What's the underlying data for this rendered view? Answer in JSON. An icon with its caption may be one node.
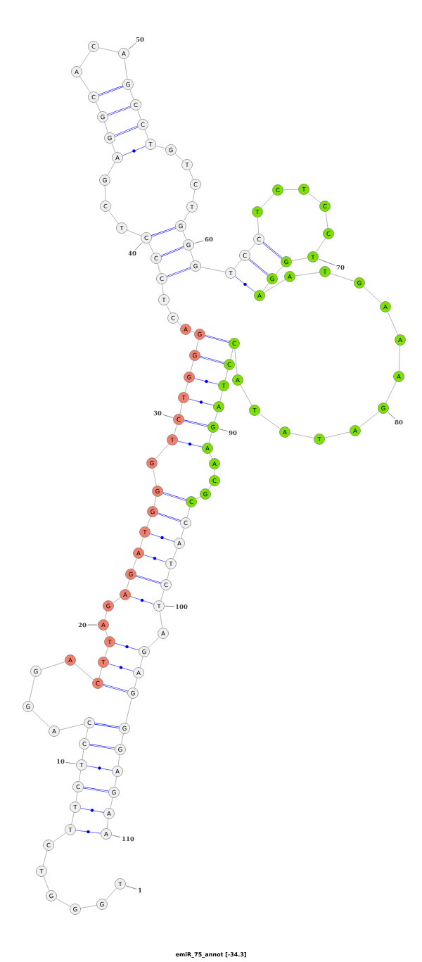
{
  "diagram": {
    "caption": "emiR_75_annot [-34.3]",
    "nodes": [
      {
        "text": [
          "T"
        ]
      },
      {
        "text": [
          "G"
        ]
      },
      {
        "text": [
          "G"
        ]
      },
      {
        "text": [
          "G"
        ]
      },
      {
        "text": [
          "T"
        ]
      },
      {
        "text": [
          "C"
        ]
      },
      {
        "text": [
          "T"
        ]
      },
      {
        "text": [
          "T"
        ]
      },
      {
        "text": [
          "C"
        ]
      },
      {
        "text": [
          "T"
        ]
      },
      {
        "text": [
          "C"
        ]
      },
      {
        "text": [
          "C"
        ]
      },
      {
        "text": [
          "A"
        ]
      },
      {
        "text": [
          "G"
        ]
      },
      {
        "text": [
          "G"
        ]
      },
      {
        "text": [
          "A"
        ]
      },
      {
        "text": [
          "C"
        ]
      },
      {
        "text": [
          "T"
        ]
      },
      {
        "text": [
          "T"
        ]
      },
      {
        "text": [
          "A"
        ]
      },
      {
        "text": [
          "G"
        ]
      },
      {
        "text": [
          "A"
        ]
      },
      {
        "text": [
          "G"
        ]
      },
      {
        "text": [
          "A"
        ]
      },
      {
        "text": [
          "T"
        ]
      },
      {
        "text": [
          "G"
        ]
      },
      {
        "text": [
          "G"
        ]
      },
      {
        "text": [
          "G"
        ]
      },
      {
        "text": [
          "T"
        ]
      },
      {
        "text": [
          "C"
        ]
      },
      {
        "text": [
          "T"
        ]
      },
      {
        "text": [
          "G"
        ]
      },
      {
        "text": [
          "G"
        ]
      },
      {
        "text": [
          "G"
        ]
      },
      {
        "text": [
          "A"
        ]
      },
      {
        "text": [
          "C"
        ]
      },
      {
        "text": [
          "T"
        ]
      },
      {
        "text": [
          "C"
        ]
      },
      {
        "text": [
          "C"
        ]
      },
      {
        "text": [
          "C"
        ]
      },
      {
        "text": [
          "T"
        ]
      },
      {
        "text": [
          "C"
        ]
      },
      {
        "text": [
          "G"
        ]
      },
      {
        "text": [
          "A"
        ]
      },
      {
        "text": [
          "G"
        ]
      },
      {
        "text": [
          "G"
        ]
      },
      {
        "text": [
          "C"
        ]
      },
      {
        "text": [
          "A"
        ]
      },
      {
        "text": [
          "C"
        ]
      },
      {
        "text": [
          "A"
        ]
      },
      {
        "text": [
          "G"
        ]
      },
      {
        "text": [
          "C"
        ]
      },
      {
        "text": [
          "C"
        ]
      },
      {
        "text": [
          "T"
        ]
      },
      {
        "text": [
          "G"
        ]
      },
      {
        "text": [
          "T"
        ]
      },
      {
        "text": [
          "C"
        ]
      },
      {
        "text": [
          "T"
        ]
      },
      {
        "text": [
          "G"
        ]
      },
      {
        "text": [
          "G"
        ]
      },
      {
        "text": [
          "G"
        ]
      },
      {
        "text": [
          "T"
        ]
      },
      {
        "text": [
          "C"
        ]
      },
      {
        "text": [
          "C"
        ]
      },
      {
        "text": [
          "T"
        ]
      },
      {
        "text": [
          "C"
        ]
      },
      {
        "text": [
          "T"
        ]
      },
      {
        "text": [
          "C"
        ]
      },
      {
        "text": [
          "C"
        ]
      },
      {
        "text": [
          "T"
        ]
      },
      {
        "text": [
          "G"
        ]
      },
      {
        "text": [
          "G"
        ]
      },
      {
        "text": [
          "A"
        ]
      },
      {
        "text": [
          "A"
        ]
      },
      {
        "text": [
          "T"
        ]
      },
      {
        "text": [
          "G"
        ]
      },
      {
        "text": [
          "A"
        ]
      },
      {
        "text": [
          "A"
        ]
      },
      {
        "text": [
          "A"
        ]
      },
      {
        "text": [
          "G"
        ]
      },
      {
        "text": [
          "A"
        ]
      },
      {
        "text": [
          "T"
        ]
      },
      {
        "text": [
          "A"
        ]
      },
      {
        "text": [
          "T"
        ]
      },
      {
        "text": [
          "A"
        ]
      },
      {
        "text": [
          "C"
        ]
      },
      {
        "text": [
          "C"
        ]
      },
      {
        "text": [
          "T"
        ]
      },
      {
        "text": [
          "A"
        ]
      },
      {
        "text": [
          "G"
        ]
      },
      {
        "text": [
          "A"
        ]
      },
      {
        "text": [
          "A"
        ]
      },
      {
        "text": [
          "C"
        ]
      },
      {
        "text": [
          "G"
        ]
      },
      {
        "text": [
          "C"
        ]
      },
      {
        "text": [
          "C"
        ]
      },
      {
        "text": [
          "A"
        ]
      },
      {
        "text": [
          "T"
        ]
      },
      {
        "text": [
          "C"
        ]
      },
      {
        "text": [
          "T"
        ]
      },
      {
        "text": [
          "A"
        ]
      },
      {
        "text": [
          "G"
        ]
      },
      {
        "text": [
          "A"
        ]
      },
      {
        "text": [
          "G"
        ]
      },
      {
        "text": [
          "G"
        ]
      },
      {
        "text": [
          "G"
        ]
      },
      {
        "text": [
          "A"
        ]
      },
      {
        "text": [
          "G"
        ]
      },
      {
        "text": [
          "A"
        ]
      },
      {
        "text": [
          "A"
        ]
      },
      {
        "text": [
          "1"
        ]
      },
      {
        "text": [
          "10"
        ]
      },
      {
        "text": [
          "20"
        ]
      },
      {
        "text": [
          "30"
        ]
      },
      {
        "text": [
          "40"
        ]
      },
      {
        "text": [
          "50"
        ]
      },
      {
        "text": [
          "60"
        ]
      },
      {
        "text": [
          "70"
        ]
      },
      {
        "text": [
          "80"
        ]
      },
      {
        "text": [
          "90"
        ]
      },
      {
        "text": [
          "100"
        ]
      },
      {
        "text": [
          "110"
        ]
      }
    ],
    "edges": [
      {
        "from": 0,
        "to": 1,
        "arrow": "none"
      },
      {
        "from": 1,
        "to": 2,
        "arrow": "none"
      },
      {
        "from": 2,
        "to": 3,
        "arrow": "none"
      },
      {
        "from": 3,
        "to": 4,
        "arrow": "none"
      },
      {
        "from": 4,
        "to": 5,
        "arrow": "none"
      },
      {
        "from": 5,
        "to": 6,
        "arrow": "none"
      },
      {
        "from": 6,
        "to": 7,
        "arrow": "none"
      },
      {
        "from": 7,
        "to": 8,
        "arrow": "none"
      },
      {
        "from": 8,
        "to": 9,
        "arrow": "none"
      },
      {
        "from": 9,
        "to": 10,
        "arrow": "none"
      },
      {
        "from": 10,
        "to": 11,
        "arrow": "none"
      },
      {
        "from": 11,
        "to": 12,
        "arrow": "none"
      },
      {
        "from": 12,
        "to": 13,
        "arrow": "none"
      },
      {
        "from": 13,
        "to": 14,
        "arrow": "none"
      },
      {
        "from": 14,
        "to": 15,
        "arrow": "none"
      },
      {
        "from": 15,
        "to": 16,
        "arrow": "none"
      },
      {
        "from": 16,
        "to": 17,
        "arrow": "none"
      },
      {
        "from": 17,
        "to": 18,
        "arrow": "none"
      },
      {
        "from": 18,
        "to": 19,
        "arrow": "none"
      },
      {
        "from": 19,
        "to": 20,
        "arrow": "none"
      },
      {
        "from": 20,
        "to": 21,
        "arrow": "none"
      },
      {
        "from": 21,
        "to": 22,
        "arrow": "none"
      },
      {
        "from": 22,
        "to": 23,
        "arrow": "none"
      },
      {
        "from": 23,
        "to": 24,
        "arrow": "none"
      },
      {
        "from": 24,
        "to": 25,
        "arrow": "none"
      },
      {
        "from": 25,
        "to": 26,
        "arrow": "none"
      },
      {
        "from": 26,
        "to": 27,
        "arrow": "none"
      },
      {
        "from": 27,
        "to": 28,
        "arrow": "none"
      },
      {
        "from": 28,
        "to": 29,
        "arrow": "none"
      },
      {
        "from": 29,
        "to": 30,
        "arrow": "none"
      },
      {
        "from": 30,
        "to": 31,
        "arrow": "none"
      },
      {
        "from": 31,
        "to": 32,
        "arrow": "none"
      },
      {
        "from": 32,
        "to": 33,
        "arrow": "none"
      },
      {
        "from": 33,
        "to": 34,
        "arrow": "none"
      },
      {
        "from": 34,
        "to": 35,
        "arrow": "none"
      },
      {
        "from": 35,
        "to": 36,
        "arrow": "none"
      },
      {
        "from": 36,
        "to": 37,
        "arrow": "none"
      },
      {
        "from": 37,
        "to": 38,
        "arrow": "none"
      },
      {
        "from": 38,
        "to": 39,
        "arrow": "none"
      },
      {
        "from": 39,
        "to": 40,
        "arrow": "none"
      },
      {
        "from": 40,
        "to": 41,
        "arrow": "none"
      },
      {
        "from": 41,
        "to": 42,
        "arrow": "none"
      },
      {
        "from": 42,
        "to": 43,
        "arrow": "none"
      },
      {
        "from": 43,
        "to": 44,
        "arrow": "none"
      },
      {
        "from": 44,
        "to": 45,
        "arrow": "none"
      },
      {
        "from": 45,
        "to": 46,
        "arrow": "none"
      },
      {
        "from": 46,
        "to": 47,
        "arrow": "none"
      },
      {
        "from": 47,
        "to": 48,
        "arrow": "none"
      },
      {
        "from": 48,
        "to": 49,
        "arrow": "none"
      },
      {
        "from": 49,
        "to": 50,
        "arrow": "none"
      },
      {
        "from": 50,
        "to": 51,
        "arrow": "none"
      },
      {
        "from": 51,
        "to": 52,
        "arrow": "none"
      },
      {
        "from": 52,
        "to": 53,
        "arrow": "none"
      },
      {
        "from": 53,
        "to": 54,
        "arrow": "none"
      },
      {
        "from": 54,
        "to": 55,
        "arrow": "none"
      },
      {
        "from": 55,
        "to": 56,
        "arrow": "none"
      },
      {
        "from": 56,
        "to": 57,
        "arrow": "none"
      },
      {
        "from": 57,
        "to": 58,
        "arrow": "none"
      },
      {
        "from": 58,
        "to": 59,
        "arrow": "none"
      },
      {
        "from": 59,
        "to": 60,
        "arrow": "none"
      },
      {
        "from": 60,
        "to": 61,
        "arrow": "none"
      },
      {
        "from": 61,
        "to": 62,
        "arrow": "none"
      },
      {
        "from": 62,
        "to": 63,
        "arrow": "none"
      },
      {
        "from": 63,
        "to": 64,
        "arrow": "none"
      },
      {
        "from": 64,
        "to": 65,
        "arrow": "none"
      },
      {
        "from": 65,
        "to": 66,
        "arrow": "none"
      },
      {
        "from": 66,
        "to": 67,
        "arrow": "none"
      },
      {
        "from": 67,
        "to": 68,
        "arrow": "none"
      },
      {
        "from": 68,
        "to": 69,
        "arrow": "none"
      },
      {
        "from": 69,
        "to": 70,
        "arrow": "none"
      },
      {
        "from": 70,
        "to": 71,
        "arrow": "none"
      },
      {
        "from": 71,
        "to": 72,
        "arrow": "none"
      },
      {
        "from": 72,
        "to": 73,
        "arrow": "none"
      },
      {
        "from": 73,
        "to": 74,
        "arrow": "none"
      },
      {
        "from": 74,
        "to": 75,
        "arrow": "none"
      },
      {
        "from": 75,
        "to": 76,
        "arrow": "none"
      },
      {
        "from": 76,
        "to": 77,
        "arrow": "none"
      },
      {
        "from": 77,
        "to": 78,
        "arrow": "none"
      },
      {
        "from": 78,
        "to": 79,
        "arrow": "none"
      },
      {
        "from": 79,
        "to": 80,
        "arrow": "none"
      },
      {
        "from": 80,
        "to": 81,
        "arrow": "none"
      },
      {
        "from": 81,
        "to": 82,
        "arrow": "none"
      },
      {
        "from": 82,
        "to": 83,
        "arrow": "none"
      },
      {
        "from": 83,
        "to": 84,
        "arrow": "none"
      },
      {
        "from": 84,
        "to": 85,
        "arrow": "none"
      },
      {
        "from": 85,
        "to": 86,
        "arrow": "none"
      },
      {
        "from": 86,
        "to": 87,
        "arrow": "none"
      },
      {
        "from": 87,
        "to": 88,
        "arrow": "none"
      },
      {
        "from": 88,
        "to": 89,
        "arrow": "none"
      },
      {
        "from": 89,
        "to": 90,
        "arrow": "none"
      },
      {
        "from": 90,
        "to": 91,
        "arrow": "none"
      },
      {
        "from": 91,
        "to": 92,
        "arrow": "none"
      },
      {
        "from": 92,
        "to": 93,
        "arrow": "none"
      },
      {
        "from": 93,
        "to": 94,
        "arrow": "none"
      },
      {
        "from": 94,
        "to": 95,
        "arrow": "none"
      },
      {
        "from": 95,
        "to": 96,
        "arrow": "none"
      },
      {
        "from": 96,
        "to": 97,
        "arrow": "none"
      },
      {
        "from": 97,
        "to": 98,
        "arrow": "none"
      },
      {
        "from": 98,
        "to": 99,
        "arrow": "none"
      },
      {
        "from": 99,
        "to": 100,
        "arrow": "none"
      },
      {
        "from": 100,
        "to": 101,
        "arrow": "none"
      },
      {
        "from": 101,
        "to": 102,
        "arrow": "none"
      },
      {
        "from": 102,
        "to": 103,
        "arrow": "none"
      },
      {
        "from": 103,
        "to": 104,
        "arrow": "none"
      },
      {
        "from": 104,
        "to": 105,
        "arrow": "none"
      },
      {
        "from": 105,
        "to": 106,
        "arrow": "none"
      },
      {
        "from": 106,
        "to": 107,
        "arrow": "none"
      },
      {
        "from": 107,
        "to": 108,
        "arrow": "none"
      },
      {
        "from": 108,
        "to": 109,
        "arrow": "none"
      },
      {
        "from": 6,
        "to": 109,
        "arrow": "none",
        "color": "#0000ff"
      },
      {
        "from": 7,
        "to": 108,
        "arrow": "none",
        "color": "#0000ff"
      },
      {
        "from": 8,
        "to": 107,
        "arrow": "none",
        "color": "#0000ff"
      },
      {
        "from": 9,
        "to": 106,
        "arrow": "none",
        "color": "#0000ff"
      },
      {
        "from": 10,
        "to": 105,
        "arrow": "none",
        "color": "#0000ff"
      },
      {
        "from": 11,
        "to": 104,
        "arrow": "none",
        "color": "#0000ff"
      },
      {
        "from": 16,
        "to": 103,
        "arrow": "none",
        "color": "#0000ff"
      },
      {
        "from": 17,
        "to": 102,
        "arrow": "none",
        "color": "#0000ff"
      },
      {
        "from": 18,
        "to": 101,
        "arrow": "none",
        "color": "#0000ff"
      },
      {
        "from": 21,
        "to": 99,
        "arrow": "none",
        "color": "#0000ff"
      },
      {
        "from": 22,
        "to": 98,
        "arrow": "none",
        "color": "#0000ff"
      },
      {
        "from": 23,
        "to": 97,
        "arrow": "none",
        "color": "#0000ff"
      },
      {
        "from": 24,
        "to": 96,
        "arrow": "none",
        "color": "#0000ff"
      },
      {
        "from": 25,
        "to": 95,
        "arrow": "none",
        "color": "#0000ff"
      },
      {
        "from": 26,
        "to": 94,
        "arrow": "none",
        "color": "#0000ff"
      },
      {
        "from": 28,
        "to": 90,
        "arrow": "none",
        "color": "#0000ff"
      },
      {
        "from": 29,
        "to": 89,
        "arrow": "none",
        "color": "#0000ff"
      },
      {
        "from": 30,
        "to": 88,
        "arrow": "none",
        "color": "#0000ff"
      },
      {
        "from": 31,
        "to": 87,
        "arrow": "none",
        "color": "#0000ff"
      },
      {
        "from": 32,
        "to": 86,
        "arrow": "none",
        "color": "#0000ff"
      },
      {
        "from": 33,
        "to": 85,
        "arrow": "none",
        "color": "#0000ff"
      },
      {
        "from": 37,
        "to": 60,
        "arrow": "none",
        "color": "#0000ff"
      },
      {
        "from": 38,
        "to": 59,
        "arrow": "none",
        "color": "#0000ff"
      },
      {
        "from": 39,
        "to": 58,
        "arrow": "none",
        "color": "#0000ff"
      },
      {
        "from": 43,
        "to": 53,
        "arrow": "none",
        "color": "#0000ff"
      },
      {
        "from": 44,
        "to": 52,
        "arrow": "none",
        "color": "#0000ff"
      },
      {
        "from": 45,
        "to": 51,
        "arrow": "none",
        "color": "#0000ff"
      },
      {
        "from": 46,
        "to": 50,
        "arrow": "none",
        "color": "#0000ff"
      },
      {
        "from": 61,
        "to": 72,
        "arrow": "none",
        "color": "#0000ff"
      },
      {
        "from": 62,
        "to": 71,
        "arrow": "none",
        "color": "#0000ff"
      },
      {
        "from": 63,
        "to": 70,
        "arrow": "none",
        "color": "#0000ff"
      },
      {
        "from": 110,
        "to": 0,
        "arrow": "none",
        "color": "#333333"
      },
      {
        "from": 111,
        "to": 9,
        "arrow": "none",
        "color": "#333333"
      },
      {
        "from": 112,
        "to": 19,
        "arrow": "none",
        "color": "#333333"
      },
      {
        "from": 113,
        "to": 29,
        "arrow": "none",
        "color": "#333333"
      },
      {
        "from": 114,
        "to": 39,
        "arrow": "none",
        "color": "#333333"
      },
      {
        "from": 115,
        "to": 49,
        "arrow": "none",
        "color": "#333333"
      },
      {
        "from": 116,
        "to": 59,
        "arrow": "none",
        "color": "#333333"
      },
      {
        "from": 117,
        "to": 69,
        "arrow": "none",
        "color": "#333333"
      },
      {
        "from": 118,
        "to": 79,
        "arrow": "none",
        "color": "#333333"
      },
      {
        "from": 119,
        "to": 89,
        "arrow": "none",
        "color": "#333333"
      },
      {
        "from": 120,
        "to": 99,
        "arrow": "none",
        "color": "#333333"
      },
      {
        "from": 121,
        "to": 109,
        "arrow": "none",
        "color": "#333333"
      }
    ]
  }
}
